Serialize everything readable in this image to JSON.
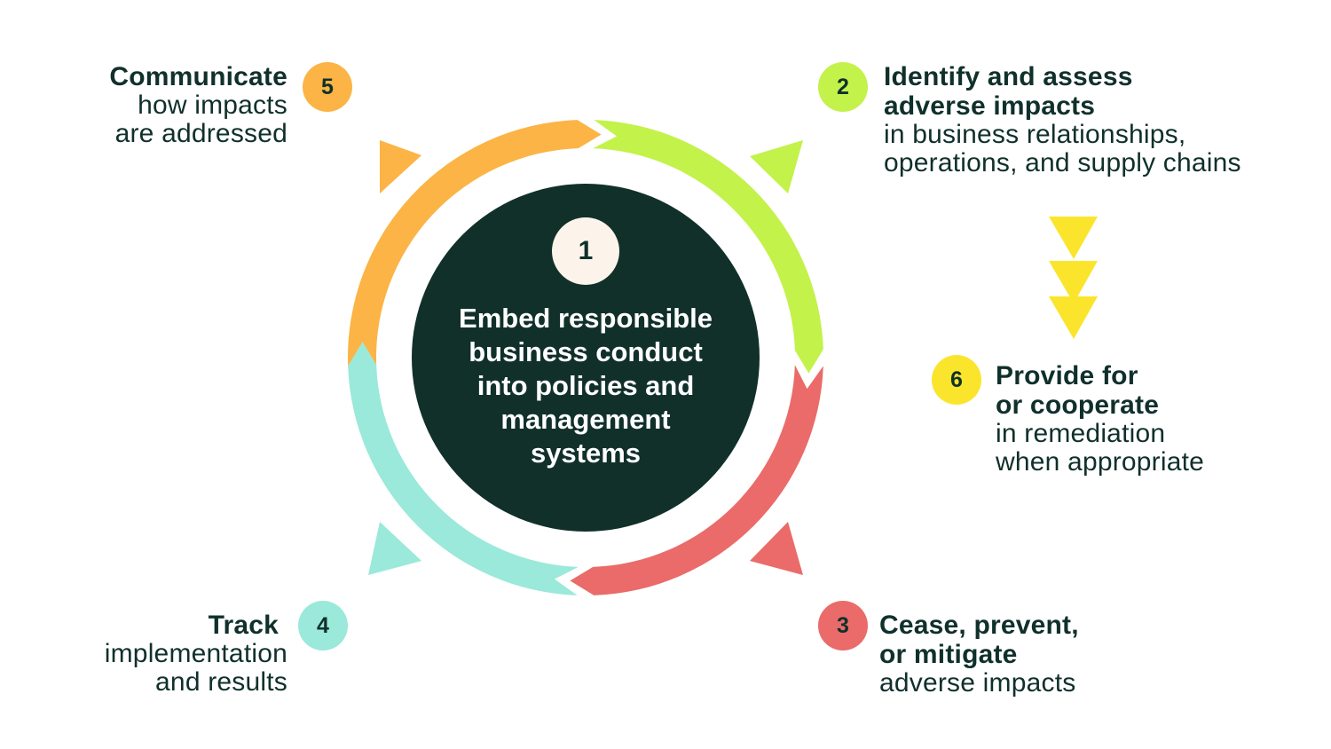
{
  "colors": {
    "dark": "#10302b",
    "center_fill": "#11302a",
    "cream": "#fcf4ea",
    "orange": "#fbb445",
    "lime": "#c3f24b",
    "red": "#ea6b69",
    "teal": "#9ae9da",
    "yellow": "#fbe52c"
  },
  "center": {
    "number": "1",
    "lines": [
      "Embed responsible",
      "business conduct",
      "into policies and",
      "management",
      "systems"
    ]
  },
  "steps": {
    "s2": {
      "number": "2",
      "head": [
        "Identify and assess",
        "adverse impacts"
      ],
      "sub": [
        "in business relationships,",
        "operations, and supply chains"
      ]
    },
    "s3": {
      "number": "3",
      "head": [
        "Cease, prevent,",
        "or mitigate"
      ],
      "sub": [
        "adverse impacts"
      ]
    },
    "s4": {
      "number": "4",
      "head": [
        "Track"
      ],
      "sub": [
        "implementation",
        "and results"
      ]
    },
    "s5": {
      "number": "5",
      "head": [
        "Communicate"
      ],
      "sub": [
        "how impacts",
        "are addressed"
      ]
    },
    "s6": {
      "number": "6",
      "head": [
        "Provide for",
        "or cooperate"
      ],
      "sub": [
        "in remediation",
        "when appropriate"
      ]
    }
  },
  "icons": {
    "cycle_arrows": "circular-arrow-segments",
    "pointer_triangles": "triangle-pointer-icon",
    "down_chevrons": "chevron-down-icon"
  }
}
